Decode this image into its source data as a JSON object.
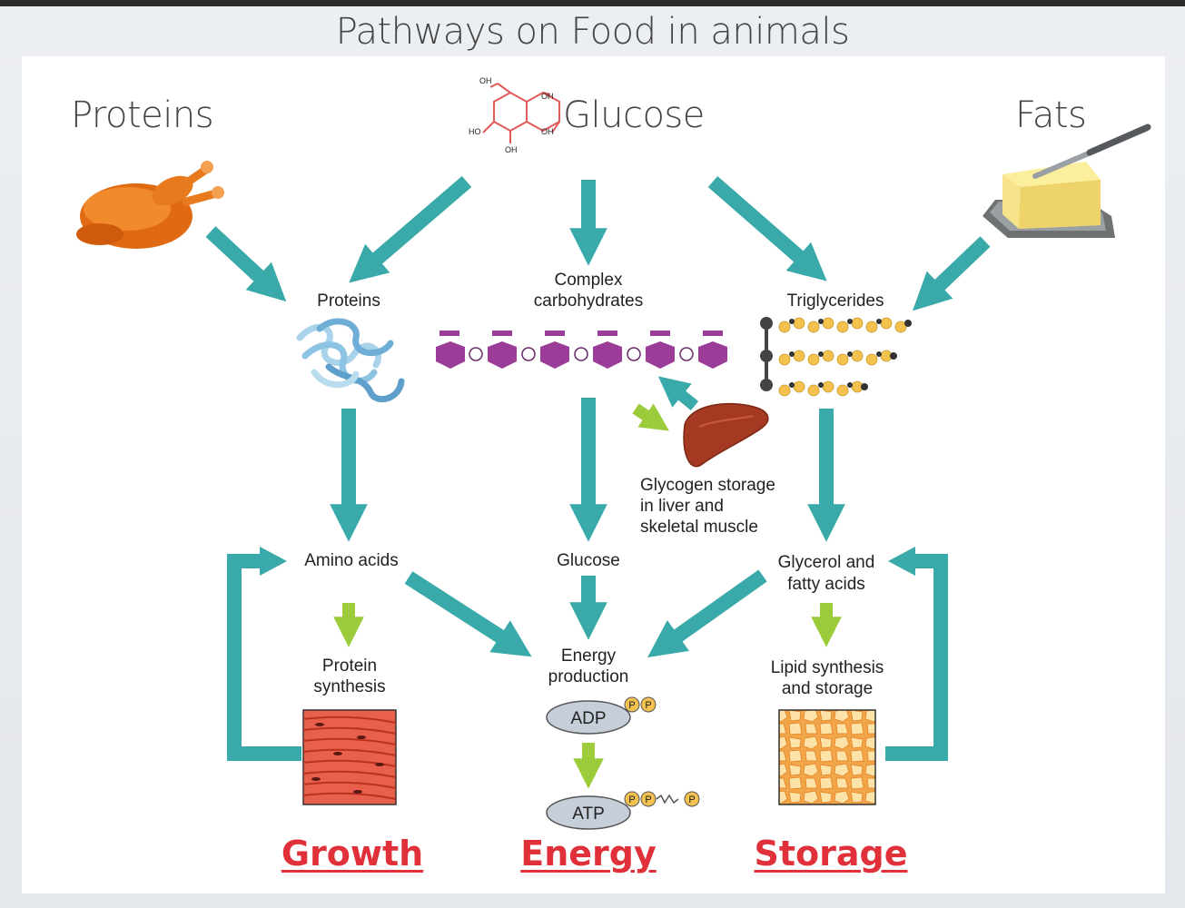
{
  "title": "Pathways on Food in animals",
  "sources": {
    "proteins": "Proteins",
    "glucose": "Glucose",
    "fats": "Fats"
  },
  "nodes": {
    "proteins": "Proteins",
    "complex_carbs_line1": "Complex",
    "complex_carbs_line2": "carbohydrates",
    "triglycerides": "Triglycerides",
    "glycogen_line1": "Glycogen storage",
    "glycogen_line2": "in liver and",
    "glycogen_line3": "skeletal muscle",
    "amino_acids": "Amino acids",
    "glucose": "Glucose",
    "glycerol_line1": "Glycerol and",
    "glycerol_line2": "fatty acids",
    "protein_synth_line1": "Protein",
    "protein_synth_line2": "synthesis",
    "energy_line1": "Energy",
    "energy_line2": "production",
    "lipid_line1": "Lipid synthesis",
    "lipid_line2": "and storage",
    "adp": "ADP",
    "atp": "ATP",
    "p": "P"
  },
  "outcomes": {
    "growth": "Growth",
    "energy": "Energy",
    "storage": "Storage"
  },
  "molecule_labels": {
    "oh": "OH",
    "ho": "HO"
  },
  "colors": {
    "teal_arrow": "#3aa9a9",
    "green_arrow": "#9ccc3c",
    "outcome_red": "#e0303a",
    "carb_purple": "#9b3d98"
  },
  "icons": [
    "chicken-icon",
    "glucose-molecule-icon",
    "butter-icon",
    "protein-coil-icon",
    "carbohydrate-chain-icon",
    "triglyceride-icon",
    "liver-icon",
    "muscle-tissue-icon",
    "fat-tissue-icon"
  ]
}
